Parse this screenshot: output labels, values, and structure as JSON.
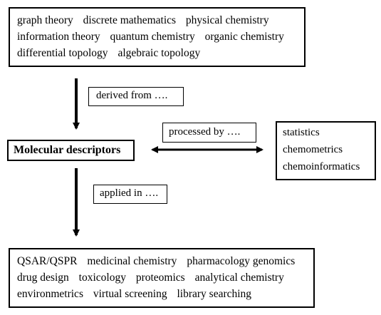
{
  "top_box": {
    "lines": [
      [
        "graph theory",
        "discrete mathematics",
        "physical chemistry"
      ],
      [
        "information theory",
        "quantum chemistry",
        "organic chemistry"
      ],
      [
        "differential topology",
        "algebraic topology"
      ]
    ]
  },
  "derived_label": "derived from ….",
  "center_title": "Molecular descriptors",
  "processed_label": "processed by ….",
  "right_box": {
    "items": [
      "statistics",
      "chemometrics",
      "chemoinformatics"
    ]
  },
  "applied_label": "applied in ….",
  "bottom_box": {
    "lines": [
      [
        "QSAR/QSPR",
        "medicinal chemistry",
        "pharmacology genomics"
      ],
      [
        "drug design",
        "toxicology",
        "proteomics",
        "analytical chemistry"
      ],
      [
        "environmetrics",
        "virtual screening",
        "library searching"
      ]
    ]
  }
}
